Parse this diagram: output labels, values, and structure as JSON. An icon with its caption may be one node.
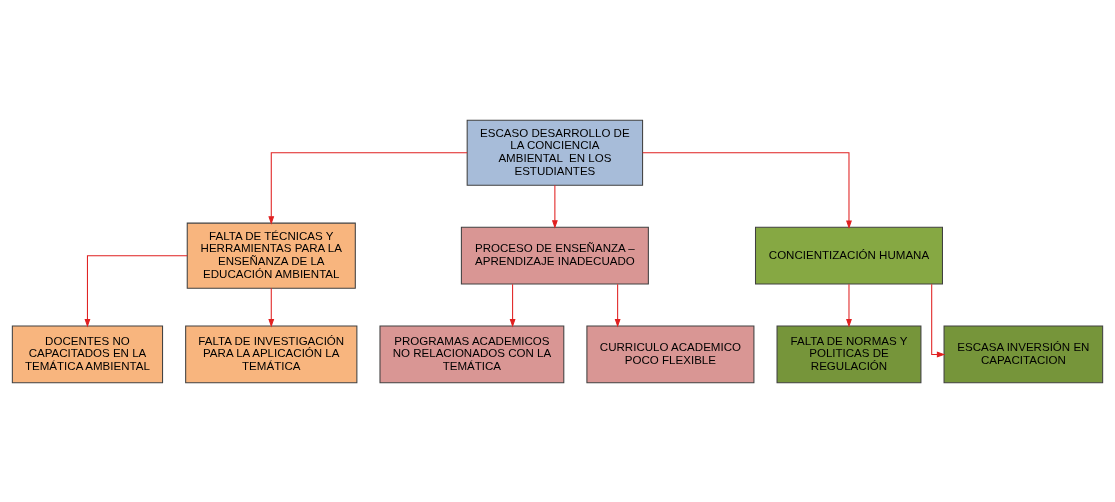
{
  "diagram": {
    "nodes": [
      {
        "text": [
          "ESCASO DESARROLLO DE LA CONCIENCIA AMBIENTAL  EN LOS ESTUDIANTES"
        ]
      },
      {
        "text": [
          "FALTA DE TÉCNICAS Y HERRAMIENTAS PARA LA ENSEÑANZA DE LA EDUCACIÓN AMBIENTAL"
        ]
      },
      {
        "text": [
          "PROCESO DE ENSEÑANZA – APRENDIZAJE INADECUADO"
        ]
      },
      {
        "text": [
          "CONCIENTIZACIÓN HUMANA"
        ]
      },
      {
        "text": [
          "DOCENTES NO CAPACITADOS EN LA TEMÁTICA AMBIENTAL"
        ]
      },
      {
        "text": [
          "FALTA DE INVESTIGACIÓN PARA LA APLICACIÓN LA TEMÁTICA"
        ]
      },
      {
        "text": [
          "PROGRAMAS ACADEMICOS NO RELACIONADOS CON LA TEMÁTICA"
        ]
      },
      {
        "text": [
          "CURRICULO ACADEMICO POCO FLEXIBLE"
        ]
      },
      {
        "text": [
          "FALTA DE NORMAS Y POLITICAS DE REGULACIÓN"
        ]
      },
      {
        "text": [
          "ESCASA INVERSIÓN EN CAPACITACION"
        ]
      }
    ],
    "edges": [
      {
        "from": 0,
        "to": 1,
        "arrow": "to"
      },
      {
        "from": 0,
        "to": 2,
        "arrow": "to"
      },
      {
        "from": 0,
        "to": 3,
        "arrow": "to"
      },
      {
        "from": 1,
        "to": 4,
        "arrow": "to"
      },
      {
        "from": 1,
        "to": 5,
        "arrow": "to"
      },
      {
        "from": 2,
        "to": 6,
        "arrow": "to"
      },
      {
        "from": 2,
        "to": 7,
        "arrow": "to"
      },
      {
        "from": 3,
        "to": 8,
        "arrow": "to"
      },
      {
        "from": 3,
        "to": 9,
        "arrow": "to"
      }
    ]
  }
}
